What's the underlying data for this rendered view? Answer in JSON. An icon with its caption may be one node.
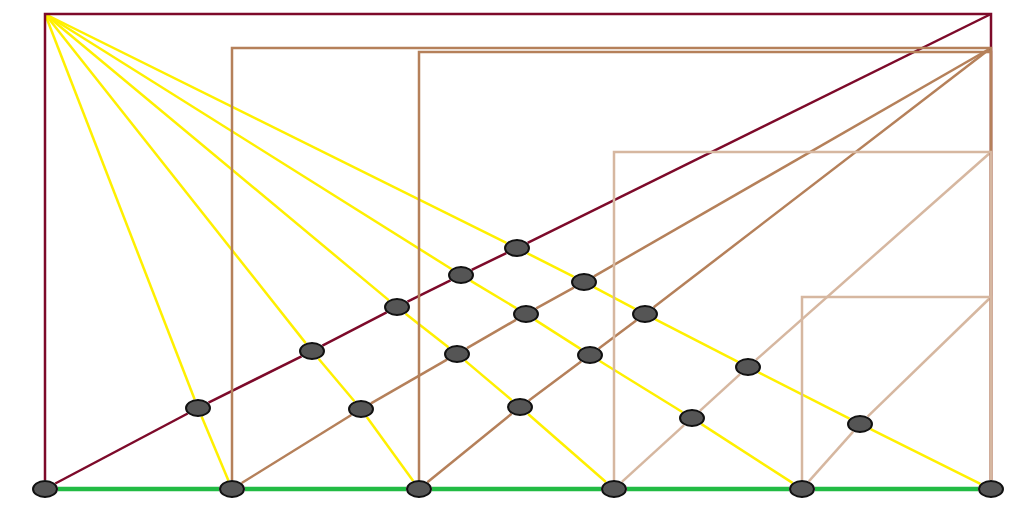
{
  "diagram": {
    "nodes": [
      {
        "text": [],
        "shape": "ellipse"
      },
      {
        "text": [],
        "shape": "ellipse"
      },
      {
        "text": [],
        "shape": "ellipse"
      },
      {
        "text": [],
        "shape": "ellipse"
      },
      {
        "text": [],
        "shape": "ellipse"
      },
      {
        "text": [],
        "shape": "ellipse"
      },
      {
        "text": [],
        "shape": "ellipse"
      },
      {
        "text": [],
        "shape": "ellipse"
      },
      {
        "text": [],
        "shape": "ellipse"
      },
      {
        "text": [],
        "shape": "ellipse"
      },
      {
        "text": [],
        "shape": "ellipse"
      },
      {
        "text": [],
        "shape": "ellipse"
      },
      {
        "text": [],
        "shape": "ellipse"
      },
      {
        "text": [],
        "shape": "ellipse"
      },
      {
        "text": [],
        "shape": "ellipse"
      },
      {
        "text": [],
        "shape": "ellipse"
      },
      {
        "text": [],
        "shape": "ellipse"
      },
      {
        "text": [],
        "shape": "ellipse"
      },
      {
        "text": [],
        "shape": "ellipse"
      },
      {
        "text": [],
        "shape": "ellipse"
      },
      {
        "text": [],
        "shape": "ellipse"
      }
    ],
    "edges": [
      {
        "from": null,
        "to": 6,
        "arrow": "none",
        "color": "#fff000"
      },
      {
        "from": 6,
        "to": 1,
        "arrow": "none",
        "color": "#fff000"
      },
      {
        "from": null,
        "to": 7,
        "arrow": "none",
        "color": "#fff000"
      },
      {
        "from": 7,
        "to": 11,
        "arrow": "none",
        "color": "#fff000"
      },
      {
        "from": 11,
        "to": 2,
        "arrow": "none",
        "color": "#fff000"
      },
      {
        "from": null,
        "to": 8,
        "arrow": "none",
        "color": "#fff000"
      },
      {
        "from": 8,
        "to": 12,
        "arrow": "none",
        "color": "#fff000"
      },
      {
        "from": 12,
        "to": 15,
        "arrow": "none",
        "color": "#fff000"
      },
      {
        "from": 15,
        "to": 3,
        "arrow": "none",
        "color": "#fff000"
      },
      {
        "from": null,
        "to": 9,
        "arrow": "none",
        "color": "#fff000"
      },
      {
        "from": 9,
        "to": 13,
        "arrow": "none",
        "color": "#fff000"
      },
      {
        "from": 13,
        "to": 16,
        "arrow": "none",
        "color": "#fff000"
      },
      {
        "from": 16,
        "to": 18,
        "arrow": "none",
        "color": "#fff000"
      },
      {
        "from": 18,
        "to": 4,
        "arrow": "none",
        "color": "#fff000"
      },
      {
        "from": null,
        "to": 10,
        "arrow": "none",
        "color": "#fff000"
      },
      {
        "from": 10,
        "to": 14,
        "arrow": "none",
        "color": "#fff000"
      },
      {
        "from": 14,
        "to": 17,
        "arrow": "none",
        "color": "#fff000"
      },
      {
        "from": 17,
        "to": 19,
        "arrow": "none",
        "color": "#fff000"
      },
      {
        "from": 19,
        "to": 20,
        "arrow": "none",
        "color": "#fff000"
      },
      {
        "from": 20,
        "to": 5,
        "arrow": "none",
        "color": "#fff000"
      },
      {
        "from": 0,
        "to": 6,
        "arrow": "none",
        "color": "#7d0a2a"
      },
      {
        "from": 6,
        "to": 7,
        "arrow": "none",
        "color": "#7d0a2a"
      },
      {
        "from": 7,
        "to": 8,
        "arrow": "none",
        "color": "#7d0a2a"
      },
      {
        "from": 8,
        "to": 9,
        "arrow": "none",
        "color": "#7d0a2a"
      },
      {
        "from": 9,
        "to": 10,
        "arrow": "none",
        "color": "#7d0a2a"
      },
      {
        "from": 10,
        "to": null,
        "arrow": "none",
        "color": "#7d0a2a"
      },
      {
        "from": 1,
        "to": 11,
        "arrow": "none",
        "color": "#b5805a"
      },
      {
        "from": 11,
        "to": 12,
        "arrow": "none",
        "color": "#b5805a"
      },
      {
        "from": 12,
        "to": 13,
        "arrow": "none",
        "color": "#b5805a"
      },
      {
        "from": 13,
        "to": 14,
        "arrow": "none",
        "color": "#b5805a"
      },
      {
        "from": 14,
        "to": null,
        "arrow": "none",
        "color": "#b5805a"
      },
      {
        "from": 2,
        "to": 15,
        "arrow": "none",
        "color": "#b5805a"
      },
      {
        "from": 15,
        "to": 16,
        "arrow": "none",
        "color": "#b5805a"
      },
      {
        "from": 16,
        "to": 17,
        "arrow": "none",
        "color": "#b5805a"
      },
      {
        "from": 17,
        "to": null,
        "arrow": "none",
        "color": "#b5805a"
      },
      {
        "from": 3,
        "to": 18,
        "arrow": "none",
        "color": "#d6b7a0"
      },
      {
        "from": 18,
        "to": 19,
        "arrow": "none",
        "color": "#d6b7a0"
      },
      {
        "from": 19,
        "to": null,
        "arrow": "none",
        "color": "#d6b7a0"
      },
      {
        "from": 4,
        "to": 20,
        "arrow": "none",
        "color": "#d6b7a0"
      },
      {
        "from": 20,
        "to": null,
        "arrow": "none",
        "color": "#d6b7a0"
      },
      {
        "from": 0,
        "to": 5,
        "arrow": "none",
        "color": "#7d0a2a"
      },
      {
        "from": 1,
        "to": 5,
        "arrow": "none",
        "color": "#b5805a"
      },
      {
        "from": 2,
        "to": 5,
        "arrow": "none",
        "color": "#b5805a"
      },
      {
        "from": 3,
        "to": 5,
        "arrow": "none",
        "color": "#d6b7a0"
      },
      {
        "from": 4,
        "to": 5,
        "arrow": "none",
        "color": "#d6b7a0"
      },
      {
        "from": 0,
        "to": 1,
        "arrow": "none",
        "color": "#22bb44",
        "style": "thick"
      },
      {
        "from": 1,
        "to": 2,
        "arrow": "none",
        "color": "#22bb44",
        "style": "thick"
      },
      {
        "from": 2,
        "to": 3,
        "arrow": "none",
        "color": "#22bb44",
        "style": "thick"
      },
      {
        "from": 3,
        "to": 4,
        "arrow": "none",
        "color": "#22bb44",
        "style": "thick"
      },
      {
        "from": 4,
        "to": 5,
        "arrow": "none",
        "color": "#22bb44",
        "style": "thick"
      }
    ]
  }
}
